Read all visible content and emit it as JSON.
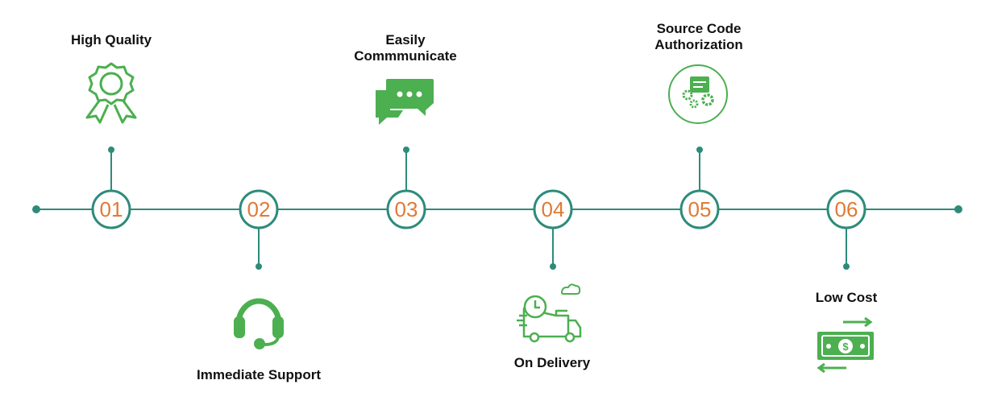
{
  "colors": {
    "line": "#2e8b7a",
    "number": "#e07a35",
    "icon": "#4caf50"
  },
  "steps": [
    {
      "number": "01",
      "title": [
        "High Quality"
      ],
      "icon": "award-ribbon-icon"
    },
    {
      "number": "02",
      "title": [
        "Immediate Support"
      ],
      "icon": "headset-icon"
    },
    {
      "number": "03",
      "title": [
        "Easily",
        "Commmunicate"
      ],
      "icon": "chat-bubbles-icon"
    },
    {
      "number": "04",
      "title": [
        "On Delivery"
      ],
      "icon": "delivery-truck-icon"
    },
    {
      "number": "05",
      "title": [
        "Source Code",
        "Authorization"
      ],
      "icon": "code-gears-icon"
    },
    {
      "number": "06",
      "title": [
        "Low Cost"
      ],
      "icon": "money-exchange-icon"
    }
  ]
}
